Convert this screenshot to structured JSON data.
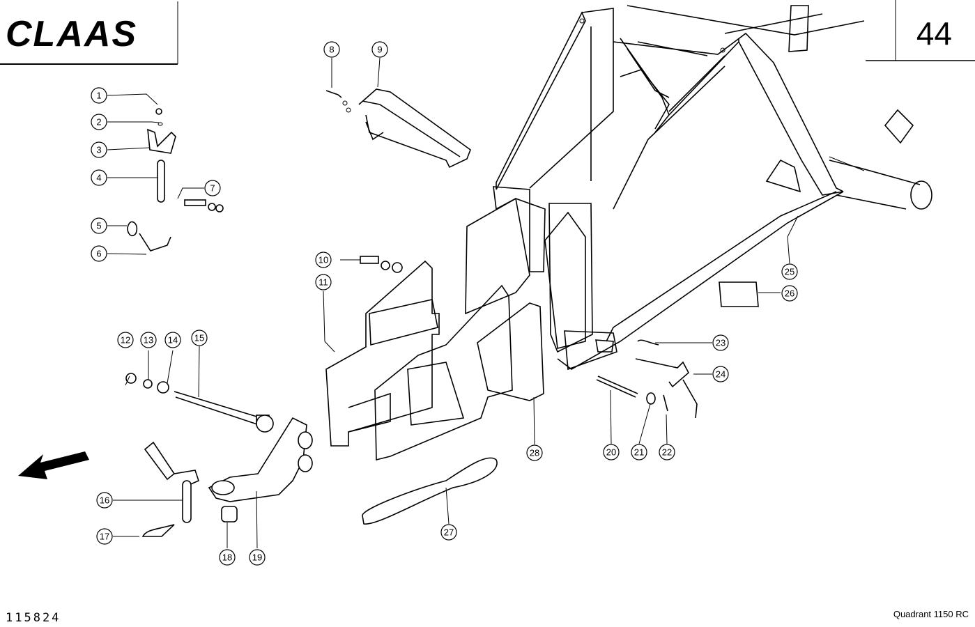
{
  "header": {
    "brand": "CLAAS",
    "page_number": "44"
  },
  "footer": {
    "document_number": "115824",
    "model": "Quadrant 1150 RC"
  },
  "callouts": [
    "1",
    "2",
    "3",
    "4",
    "5",
    "6",
    "7",
    "8",
    "9",
    "10",
    "11",
    "12",
    "13",
    "14",
    "15",
    "16",
    "17",
    "18",
    "19",
    "20",
    "21",
    "22",
    "23",
    "24",
    "25",
    "26",
    "27",
    "28"
  ],
  "icons": {
    "direction": "arrow-left-down-icon"
  }
}
